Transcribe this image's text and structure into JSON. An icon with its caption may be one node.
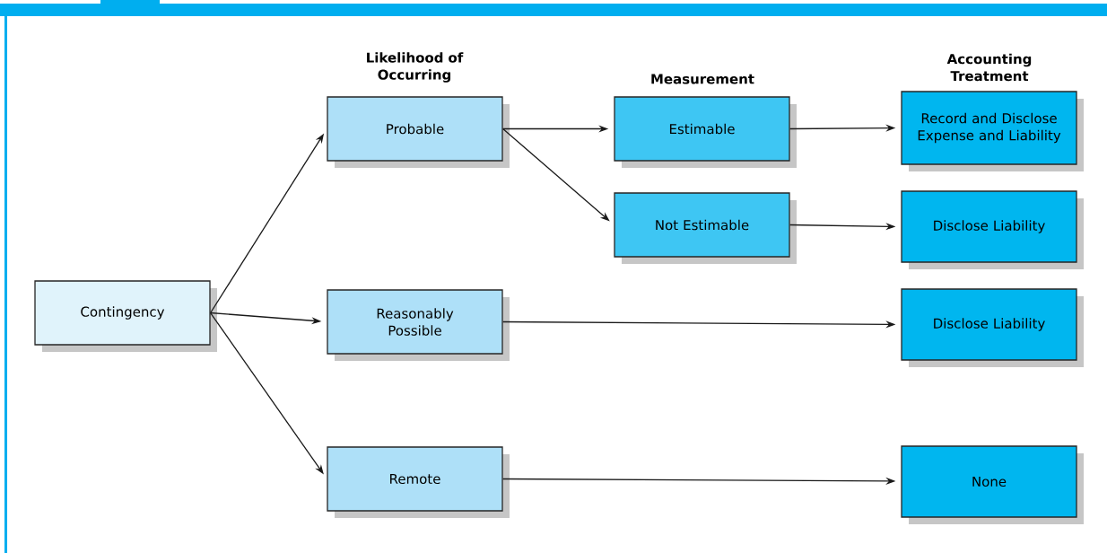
{
  "diagram": {
    "nodes": [
      {
        "text": [
          "Contingency"
        ]
      },
      {
        "text": [
          "Probable"
        ]
      },
      {
        "text": [
          "Estimable"
        ]
      },
      {
        "text": [
          "Record and Disclose Expense and Liability"
        ]
      },
      {
        "text": [
          "Not Estimable"
        ]
      },
      {
        "text": [
          "Disclose Liability"
        ]
      },
      {
        "text": [
          "Reasonably Possible"
        ]
      },
      {
        "text": [
          "Disclose Liability"
        ]
      },
      {
        "text": [
          "Remote"
        ]
      },
      {
        "text": [
          "None"
        ]
      }
    ],
    "edges": [
      {
        "from": 0,
        "to": 1,
        "arrow": "to"
      },
      {
        "from": 0,
        "to": 6,
        "arrow": "to"
      },
      {
        "from": 0,
        "to": 8,
        "arrow": "to"
      },
      {
        "from": 1,
        "to": 2,
        "arrow": "to"
      },
      {
        "from": 1,
        "to": 4,
        "arrow": "to"
      },
      {
        "from": 2,
        "to": 3,
        "arrow": "to"
      },
      {
        "from": 4,
        "to": 5,
        "arrow": "to"
      },
      {
        "from": 6,
        "to": 7,
        "arrow": "to"
      },
      {
        "from": 8,
        "to": 9,
        "arrow": "to"
      }
    ],
    "labels": [
      "Likelihood of Occurring",
      "Measurement",
      "Accounting Treatment"
    ]
  }
}
